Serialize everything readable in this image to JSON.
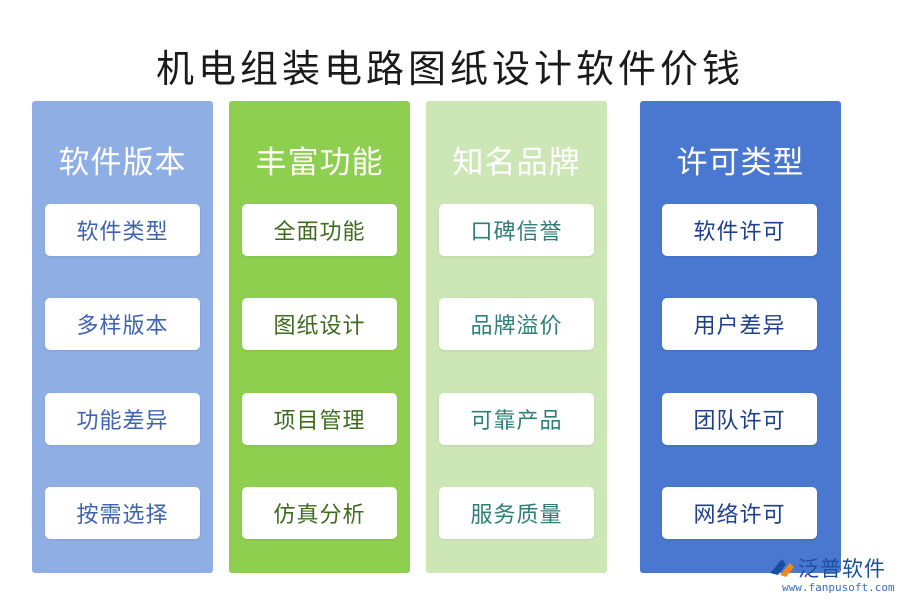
{
  "title": "机电组装电路图纸设计软件价钱",
  "colors": {
    "col1": "#8eaee4",
    "col2": "#8fcf4f",
    "col3": "#cde6b6",
    "col4": "#4a77cf"
  },
  "columns": [
    {
      "heading": "软件版本",
      "items": [
        "软件类型",
        "多样版本",
        "功能差异",
        "按需选择"
      ]
    },
    {
      "heading": "丰富功能",
      "items": [
        "全面功能",
        "图纸设计",
        "项目管理",
        "仿真分析"
      ]
    },
    {
      "heading": "知名品牌",
      "items": [
        "口碑信誉",
        "品牌溢价",
        "可靠产品",
        "服务质量"
      ]
    },
    {
      "heading": "许可类型",
      "items": [
        "软件许可",
        "用户差异",
        "团队许可",
        "网络许可"
      ]
    }
  ],
  "logo": {
    "name": "泛普软件",
    "url": "www.fanpusoft.com",
    "icon": "fanpu-logo-icon"
  }
}
